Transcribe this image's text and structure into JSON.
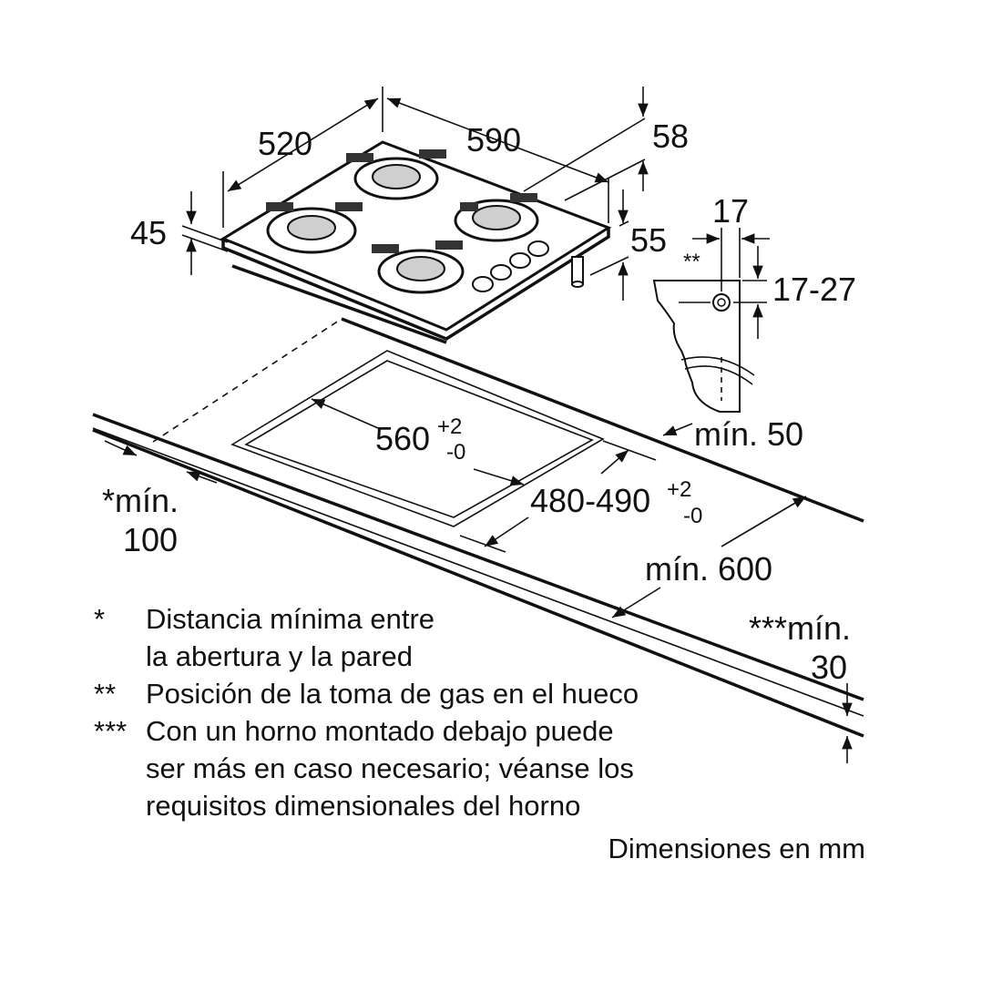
{
  "dimensions": {
    "width_hob": "520",
    "depth_hob": "590",
    "side_58": "58",
    "height_45": "45",
    "height_55": "55",
    "pipe_17": "17",
    "pipe_17_27": "17-27",
    "pipe_marker": "**",
    "cutout_width": "560",
    "cutout_width_tol_plus": "+2",
    "cutout_width_tol_minus": "-0",
    "cutout_depth": "480-490",
    "cutout_depth_tol_plus": "+2",
    "cutout_depth_tol_minus": "-0",
    "min_50": "mín. 50",
    "min_100_label": "*mín.",
    "min_100_value": "100",
    "min_600": "mín. 600",
    "min_30_label": "***mín.",
    "min_30_value": "30"
  },
  "notes": [
    {
      "marker": "*",
      "lines": [
        "Distancia mínima entre",
        "la abertura y la pared"
      ]
    },
    {
      "marker": "**",
      "lines": [
        "Posición de la toma de gas en el hueco"
      ]
    },
    {
      "marker": "***",
      "lines": [
        "Con un horno montado debajo puede",
        "ser más en caso necesario; véanse los",
        "requisitos dimensionales del horno"
      ]
    }
  ],
  "units_caption": "Dimensiones en mm"
}
